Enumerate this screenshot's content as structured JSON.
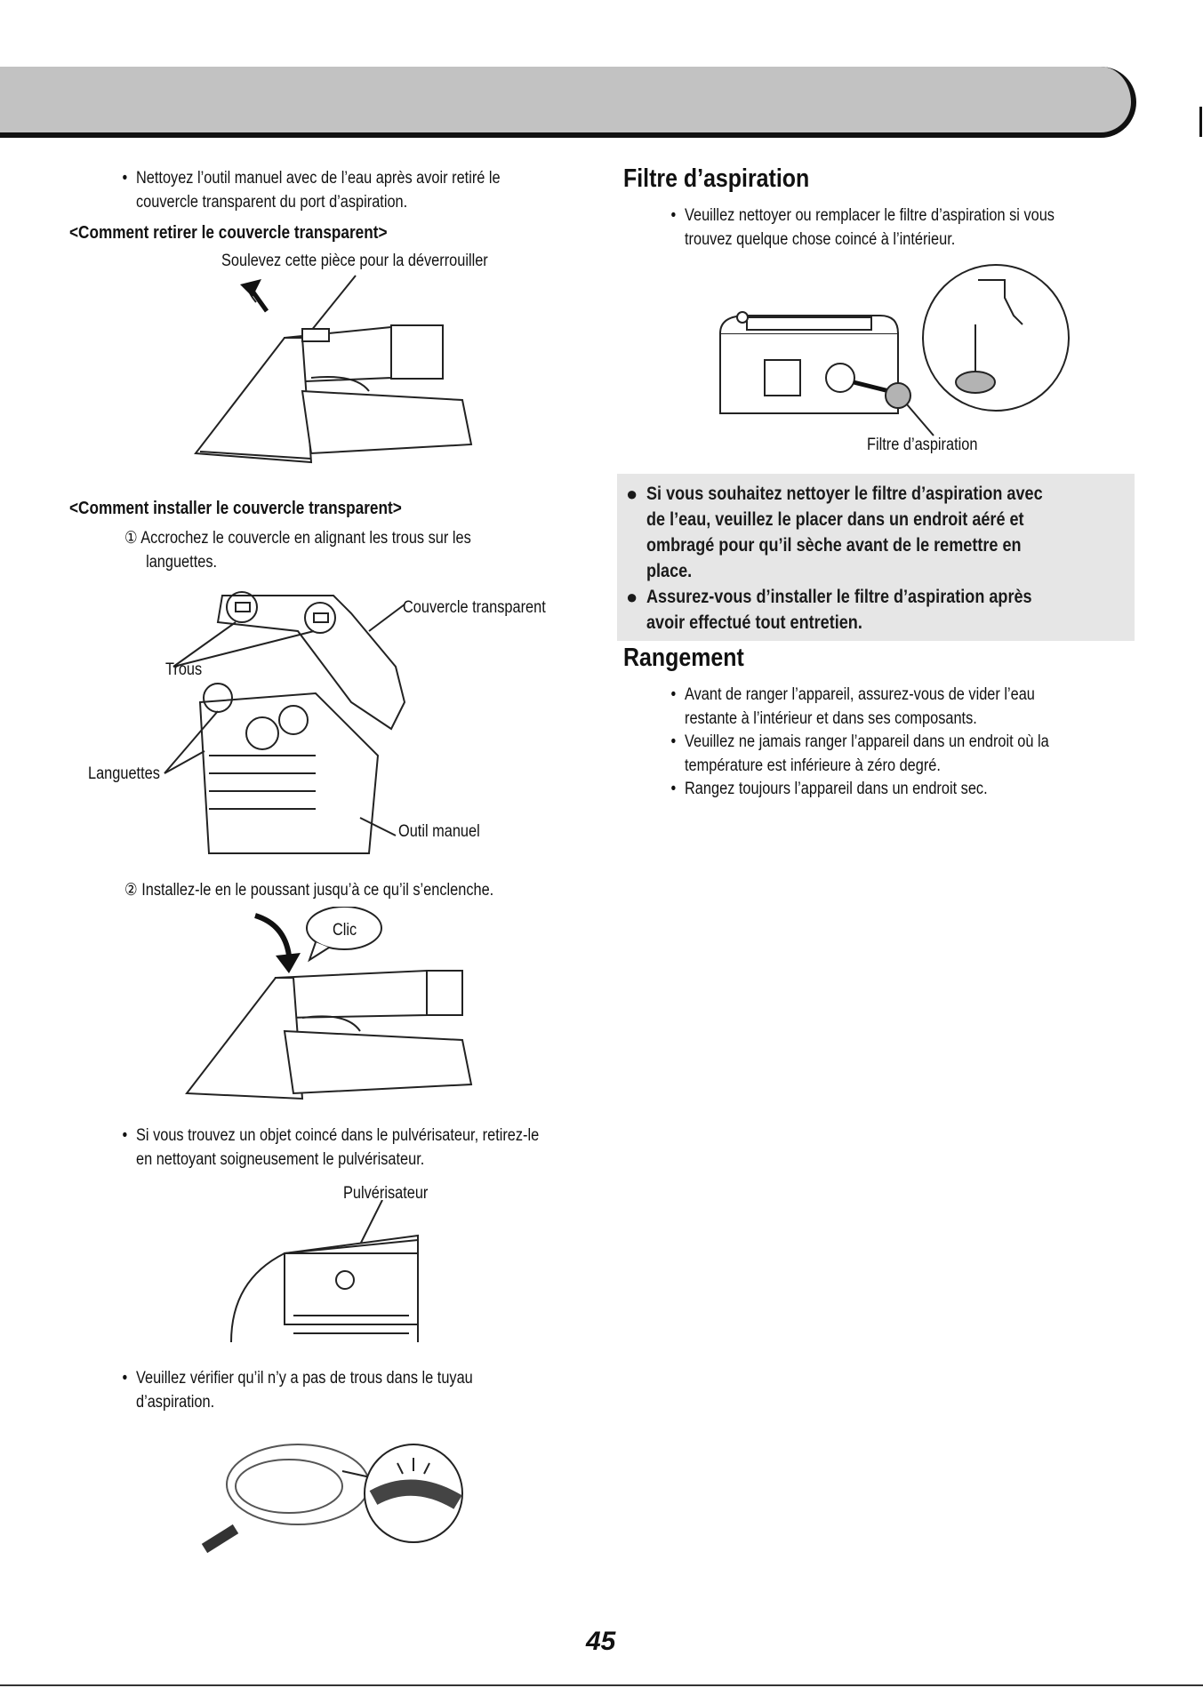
{
  "left": {
    "bullet_clean_tool": [
      "Nettoyez l’outil manuel avec de l’eau après avoir retiré le",
      "couvercle transparent du port d’aspiration."
    ],
    "heading_remove": "<Comment retirer le couvercle transparent>",
    "label_lift": "Soulevez cette pièce pour la déverrouiller",
    "heading_install": "<Comment installer le couvercle transparent>",
    "step1": [
      "① Accrochez le couvercle en alignant les trous sur les",
      "languettes."
    ],
    "label_cover": "Couvercle transparent",
    "label_holes": "Trous",
    "label_tabs": "Languettes",
    "label_tool": "Outil manuel",
    "step2": "② Installez-le en le poussant jusqu’à ce qu’il s’enclenche.",
    "label_click": "Clic",
    "bullet_sprayer": [
      "Si vous trouvez un objet coincé dans le pulvérisateur, retirez-le",
      "en nettoyant soigneusement le pulvérisateur."
    ],
    "label_sprayer": "Pulvérisateur",
    "bullet_hose": [
      "Veuillez vérifier qu’il n’y a pas de trous dans le tuyau",
      "d’aspiration."
    ]
  },
  "right": {
    "title_filter": "Filtre d’aspiration",
    "bullet_filter": [
      "Veuillez nettoyer ou remplacer le filtre d’aspiration si vous",
      "trouvez quelque chose coincé à l’intérieur."
    ],
    "label_filter": "Filtre d’aspiration",
    "note1": [
      "Si vous souhaitez nettoyer le filtre d’aspiration avec",
      "de l’eau, veuillez le placer dans un endroit aéré et",
      "ombragé pour qu’il sèche avant de le remettre en",
      "place."
    ],
    "note2": [
      "Assurez-vous d’installer le filtre d’aspiration après",
      "avoir effectué tout entretien."
    ],
    "title_storage": "Rangement",
    "storage_bullets": [
      [
        "Avant de ranger l’appareil, assurez-vous de vider l’eau",
        "restante à l’intérieur et dans ses composants."
      ],
      [
        "Veuillez ne jamais ranger l’appareil dans un endroit où la",
        "température est inférieure à zéro degré."
      ],
      [
        "Rangez toujours l’appareil dans un endroit sec."
      ]
    ]
  },
  "page_number": "45"
}
